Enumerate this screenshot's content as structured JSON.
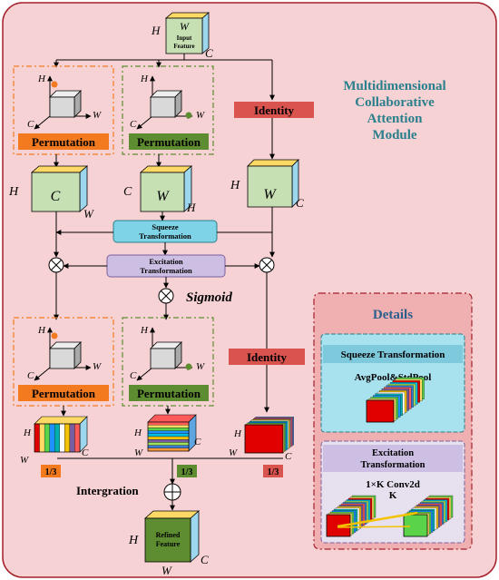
{
  "title": {
    "line1": "Multidimensional",
    "line2": "Collaborative",
    "line3": "Attention",
    "line4": "Module"
  },
  "input": {
    "label1": "Input",
    "label2": "Feature",
    "H": "H",
    "W": "W",
    "C": "C"
  },
  "permutation_label": "Permutation",
  "identity_label": "Identity",
  "squeeze": {
    "line1": "Squeeze",
    "line2": "Transformation"
  },
  "excitation": {
    "line1": "Excitation",
    "line2": "Transformation"
  },
  "sigmoid_label": "Sigmoid",
  "axes": {
    "H": "H",
    "C": "C",
    "W": "W"
  },
  "fractions": [
    "1/3",
    "1/3",
    "1/3"
  ],
  "integration_label": "Intergration",
  "refined": {
    "label1": "Refined",
    "label2": "Feature"
  },
  "details": {
    "title": "Details",
    "squeeze_title": "Squeeze Transformation",
    "squeeze_op": "AvgPool&StdPool",
    "excitation_title1": "Excitation",
    "excitation_title2": "Transformation",
    "excitation_op": "1×K Conv2d",
    "excitation_k": "K"
  },
  "colors": {
    "background": "#f7d2d4",
    "border": "#a3202a",
    "cube_front": "#c6e0b4",
    "cube_top": "#ffd966",
    "cube_side": "#9dd7ee",
    "orange": "#f47a20",
    "green": "#5e8c31",
    "identity_red": "#d9534f",
    "squeeze_fill": "#7ed3e6",
    "excitation_fill": "#cdbfe3",
    "title_teal": "#2a7f8c"
  }
}
